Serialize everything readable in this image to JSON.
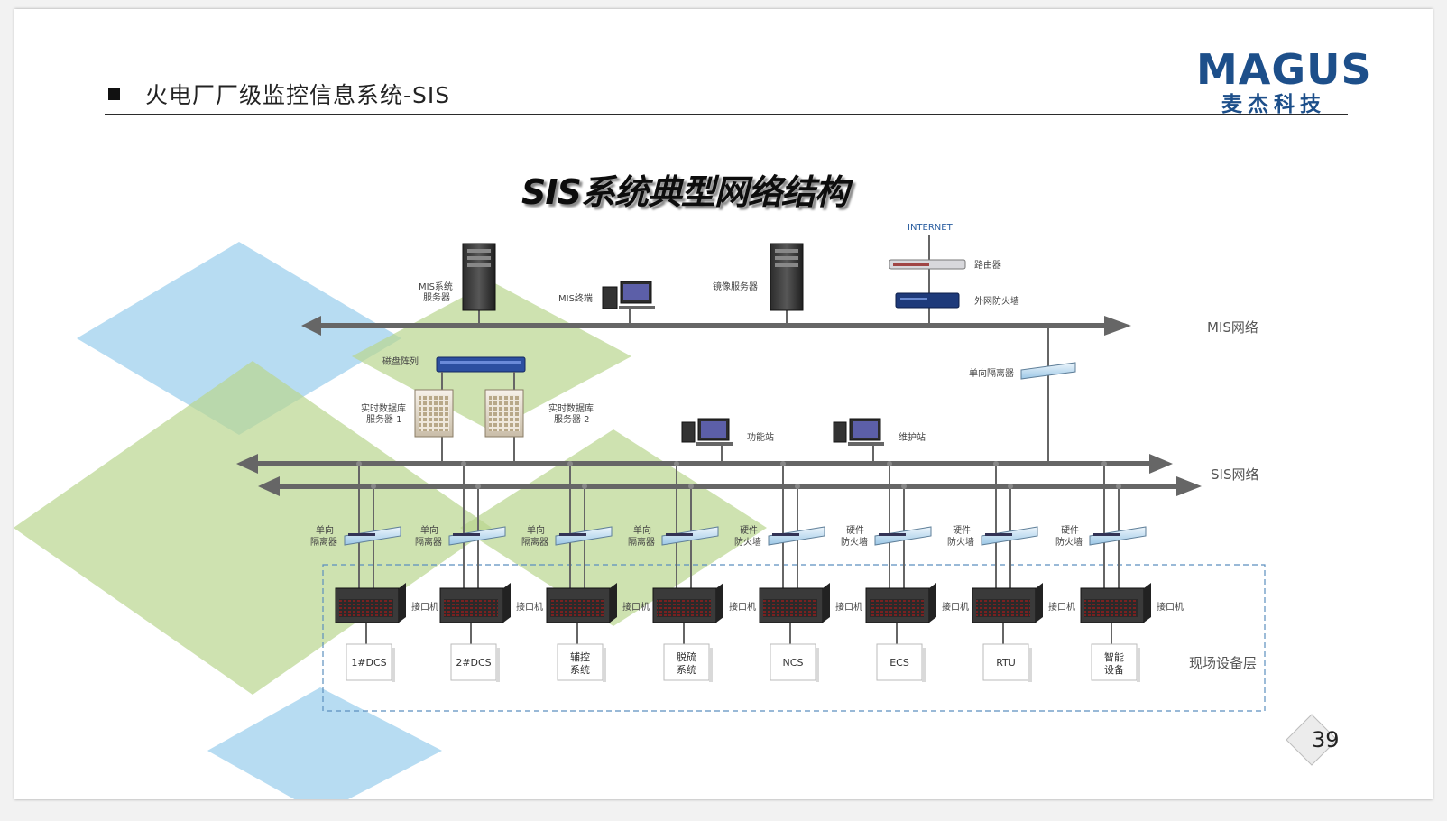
{
  "header": {
    "title": "火电厂厂级监控信息系统-SIS",
    "logo_en": "MAGUS",
    "logo_cn": "麦杰科技"
  },
  "diagram": {
    "title": "SIS系统典型网络结构",
    "internet": "INTERNET",
    "router": "路由器",
    "ext_firewall": "外网防火墙",
    "mis_server": [
      "MIS系统",
      "服务器"
    ],
    "mis_terminal": "MIS终端",
    "mirror_server": "镜像服务器",
    "mis_network": "MIS网络",
    "one_way_isolator_top": "单向隔离器",
    "disk_array": "磁盘阵列",
    "rtdb_server_1": [
      "实时数据库",
      "服务器 1"
    ],
    "rtdb_server_2": [
      "实时数据库",
      "服务器 2"
    ],
    "function_station": "功能站",
    "maintenance_station": "维护站",
    "sis_network": "SIS网络",
    "interface_machine": "接口机",
    "field_layer": "现场设备层",
    "switch_labels": [
      [
        "单向",
        "隔离器"
      ],
      [
        "单向",
        "隔离器"
      ],
      [
        "单向",
        "隔离器"
      ],
      [
        "单向",
        "隔离器"
      ],
      [
        "硬件",
        "防火墙"
      ],
      [
        "硬件",
        "防火墙"
      ],
      [
        "硬件",
        "防火墙"
      ],
      [
        "硬件",
        "防火墙"
      ]
    ],
    "field_devices": [
      [
        "1#DCS"
      ],
      [
        "2#DCS"
      ],
      [
        "辅控",
        "系统"
      ],
      [
        "脱硫",
        "系统"
      ],
      [
        "NCS"
      ],
      [
        "ECS"
      ],
      [
        "RTU"
      ],
      [
        "智能",
        "设备"
      ]
    ]
  },
  "page_number": "39",
  "colors": {
    "brand": "#1d4f8a",
    "bg_blue": "#9fd0ee",
    "bg_green": "#b9d68e",
    "bus": "#666666"
  }
}
